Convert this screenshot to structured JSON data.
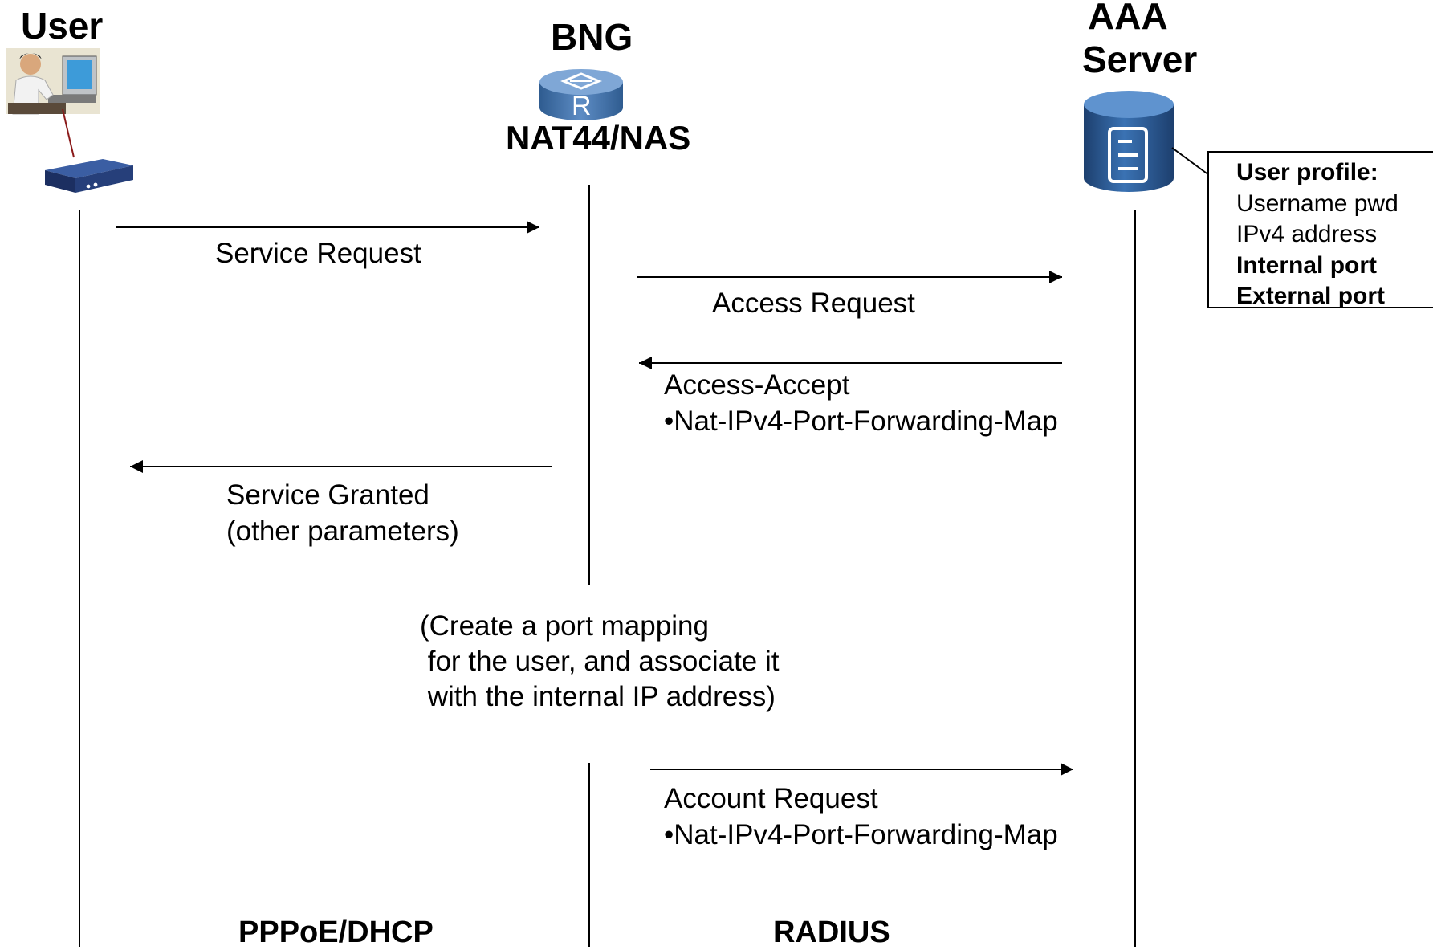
{
  "lanes": {
    "user": {
      "title": "User"
    },
    "bng": {
      "title": "BNG",
      "subtitle": "NAT44/NAS",
      "router_letter": "R"
    },
    "aaa": {
      "title_line1": "AAA",
      "title_line2": "Server"
    }
  },
  "profile": {
    "heading": "User profile:",
    "line1": "Username pwd",
    "line2": "IPv4 address",
    "line3": "Internal port",
    "line4": "External port"
  },
  "messages": {
    "service_request": "Service Request",
    "access_request": "Access Request",
    "access_accept": "Access-Accept",
    "access_accept_attr": "•Nat-IPv4-Port-Forwarding-Map",
    "service_granted": "Service Granted",
    "service_granted_note": "(other parameters)",
    "account_request": "Account Request",
    "account_request_attr": "•Nat-IPv4-Port-Forwarding-Map"
  },
  "note": {
    "line1": "(Create a port mapping",
    "line2": " for the user, and associate it",
    "line3": " with the internal IP address)"
  },
  "protocols": {
    "left": "PPPoE/DHCP",
    "right": "RADIUS"
  },
  "colors": {
    "router_blue": "#3f6fa5",
    "server_blue": "#2c5c94",
    "cpe_blue": "#263f7a",
    "link_red": "#8b1a1a"
  }
}
